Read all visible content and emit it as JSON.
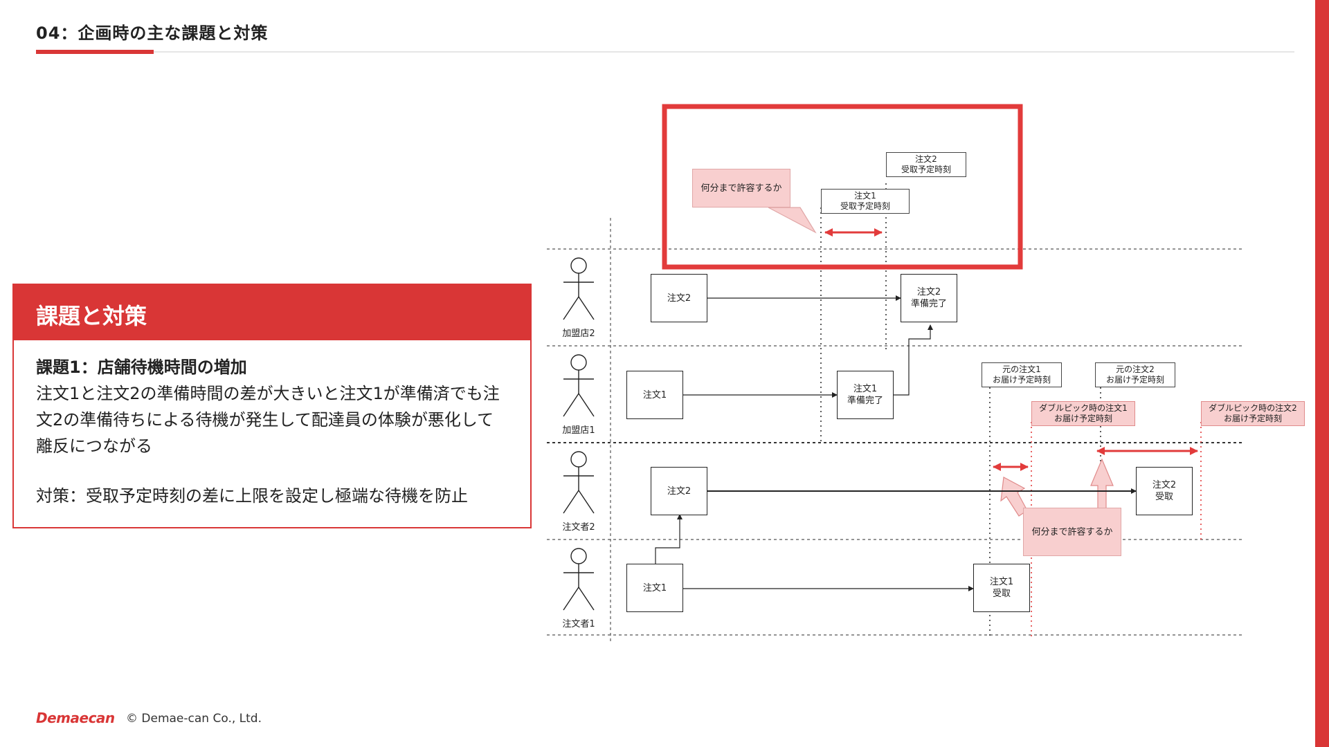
{
  "header": {
    "title": "04：企画時の主な課題と対策"
  },
  "panel": {
    "heading": "課題と対策",
    "issue_title": "課題1：店舗待機時間の増加",
    "issue_lines": [
      "注文1と注文2の準備時間の差が大きいと注文1が準備済でも注",
      "文2の準備待ちによる待機が発生して配達員の体験が悪化して",
      "離反につながる"
    ],
    "countermeasure": "対策：受取予定時刻の差に上限を設定し極端な待機を防止"
  },
  "diagram": {
    "callout_top": "何分まで許容するか",
    "callout_bottom": "何分まで許容するか",
    "order2_pickup_time": [
      "注文2",
      "受取予定時刻"
    ],
    "order1_pickup_time": [
      "注文1",
      "受取予定時刻"
    ],
    "actors": [
      "加盟店2",
      "加盟店1",
      "注文者2",
      "注文者1"
    ],
    "store2_order": "注文2",
    "store2_ready": [
      "注文2",
      "準備完了"
    ],
    "store1_order": "注文1",
    "store1_ready": [
      "注文1",
      "準備完了"
    ],
    "orig_order1_delivery": [
      "元の注文1",
      "お届け予定時刻"
    ],
    "orig_order2_delivery": [
      "元の注文2",
      "お届け予定時刻"
    ],
    "dp_order1_delivery": [
      "ダブルピック時の注文1",
      "お届け予定時刻"
    ],
    "dp_order2_delivery": [
      "ダブルピック時の注文2",
      "お届け予定時刻"
    ],
    "customer2_order": "注文2",
    "customer2_receive": [
      "注文2",
      "受取"
    ],
    "customer1_order": "注文1",
    "customer1_receive": [
      "注文1",
      "受取"
    ],
    "colors": {
      "accent": "#d93636",
      "pink": "#f8cfcf"
    }
  },
  "footer": {
    "logo": "Demaecan",
    "copyright": "© Demae-can Co., Ltd."
  }
}
